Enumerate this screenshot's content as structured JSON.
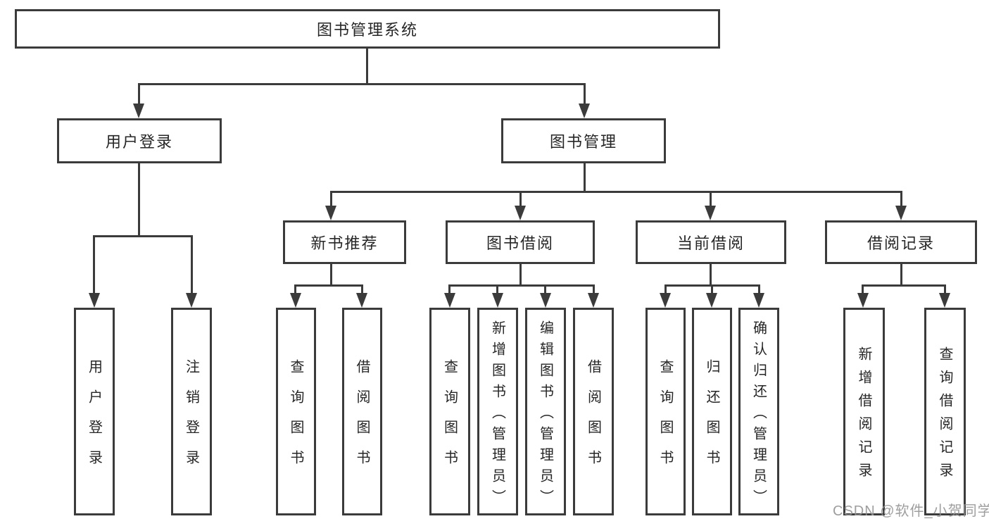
{
  "diagram": {
    "root": {
      "label": "图书管理系统"
    },
    "branches": [
      {
        "label": "用户登录",
        "children": [
          {
            "label": "用户登录"
          },
          {
            "label": "注销登录"
          }
        ]
      },
      {
        "label": "图书管理",
        "children": [
          {
            "label": "新书推荐",
            "children": [
              {
                "label": "查询图书"
              },
              {
                "label": "借阅图书"
              }
            ]
          },
          {
            "label": "图书借阅",
            "children": [
              {
                "label": "查询图书"
              },
              {
                "label": "新增图书（管理员）"
              },
              {
                "label": "编辑图书（管理员）"
              },
              {
                "label": "借阅图书"
              }
            ]
          },
          {
            "label": "当前借阅",
            "children": [
              {
                "label": "查询图书"
              },
              {
                "label": "归还图书"
              },
              {
                "label": "确认归还（管理员）"
              }
            ]
          },
          {
            "label": "借阅记录",
            "children": [
              {
                "label": "新增借阅记录"
              },
              {
                "label": "查询借阅记录"
              }
            ]
          }
        ]
      }
    ]
  },
  "watermark": {
    "text": "CSDN @软件_小贺同学"
  },
  "colors": {
    "line": "#3b3b3b",
    "text": "#262626",
    "box_fill": "#ffffff",
    "watermark": "#949494",
    "background": "#ffffff"
  }
}
